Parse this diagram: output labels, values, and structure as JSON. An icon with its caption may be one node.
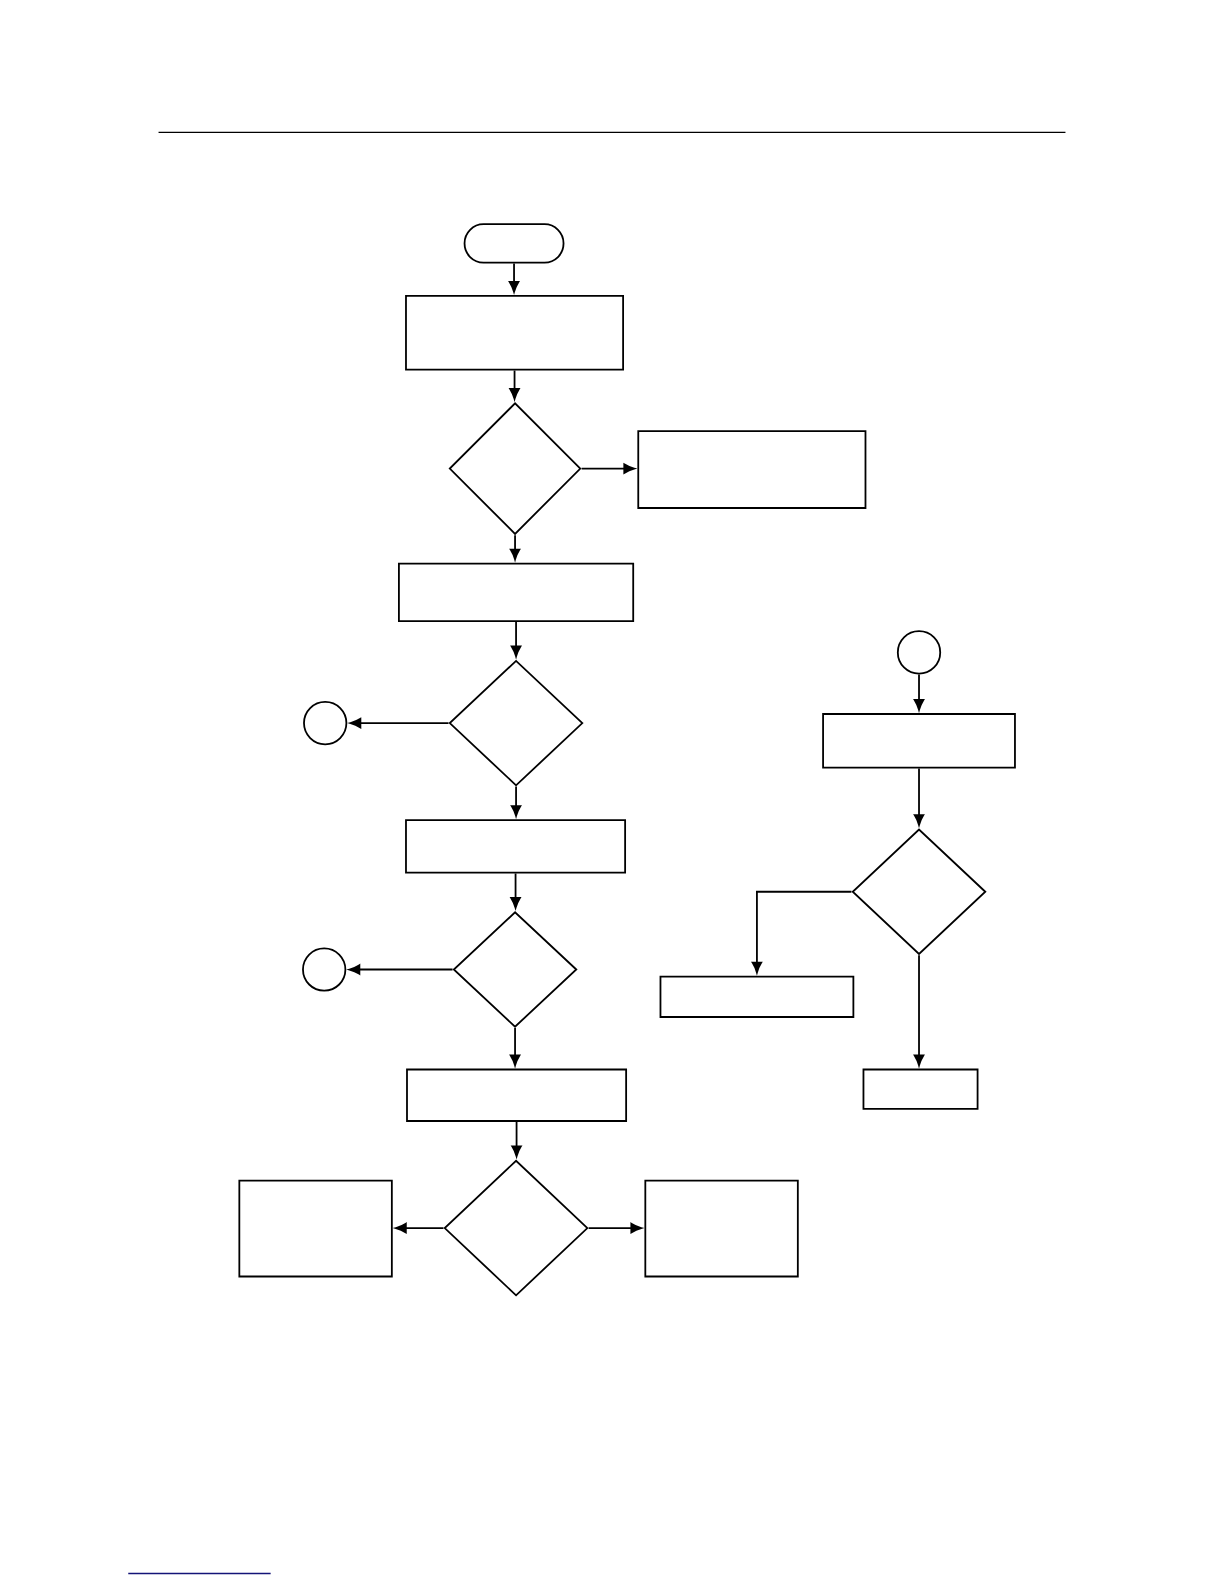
{
  "diagram": {
    "nodes": [
      {
        "text": [],
        "shape": "oval"
      },
      {
        "text": [],
        "shape": "box"
      },
      {
        "text": [],
        "shape": "diamond"
      },
      {
        "text": [],
        "shape": "box"
      },
      {
        "text": [],
        "shape": "box"
      },
      {
        "text": [],
        "shape": "diamond"
      },
      {
        "text": [],
        "shape": "circle"
      },
      {
        "text": [],
        "shape": "box"
      },
      {
        "text": [],
        "shape": "diamond"
      },
      {
        "text": [],
        "shape": "circle"
      },
      {
        "text": [],
        "shape": "box"
      },
      {
        "text": [],
        "shape": "diamond"
      },
      {
        "text": [],
        "shape": "box"
      },
      {
        "text": [],
        "shape": "box"
      },
      {
        "text": [],
        "shape": "circle"
      },
      {
        "text": [],
        "shape": "box"
      },
      {
        "text": [],
        "shape": "diamond"
      },
      {
        "text": [],
        "shape": "box"
      },
      {
        "text": [],
        "shape": "box"
      }
    ],
    "edges": [
      {
        "from": 0,
        "to": 1,
        "arrow": "to"
      },
      {
        "from": 1,
        "to": 2,
        "arrow": "to"
      },
      {
        "from": 2,
        "to": 3,
        "arrow": "to"
      },
      {
        "from": 2,
        "to": 4,
        "arrow": "to"
      },
      {
        "from": 4,
        "to": 5,
        "arrow": "to"
      },
      {
        "from": 5,
        "to": 6,
        "arrow": "to"
      },
      {
        "from": 5,
        "to": 7,
        "arrow": "to"
      },
      {
        "from": 7,
        "to": 8,
        "arrow": "to"
      },
      {
        "from": 8,
        "to": 9,
        "arrow": "to"
      },
      {
        "from": 8,
        "to": 10,
        "arrow": "to"
      },
      {
        "from": 10,
        "to": 11,
        "arrow": "to"
      },
      {
        "from": 11,
        "to": 12,
        "arrow": "to"
      },
      {
        "from": 11,
        "to": 13,
        "arrow": "to"
      },
      {
        "from": 14,
        "to": 15,
        "arrow": "to"
      },
      {
        "from": 15,
        "to": 16,
        "arrow": "to"
      },
      {
        "from": 16,
        "to": 17,
        "arrow": "to"
      },
      {
        "from": 16,
        "to": 18,
        "arrow": "to"
      }
    ]
  }
}
